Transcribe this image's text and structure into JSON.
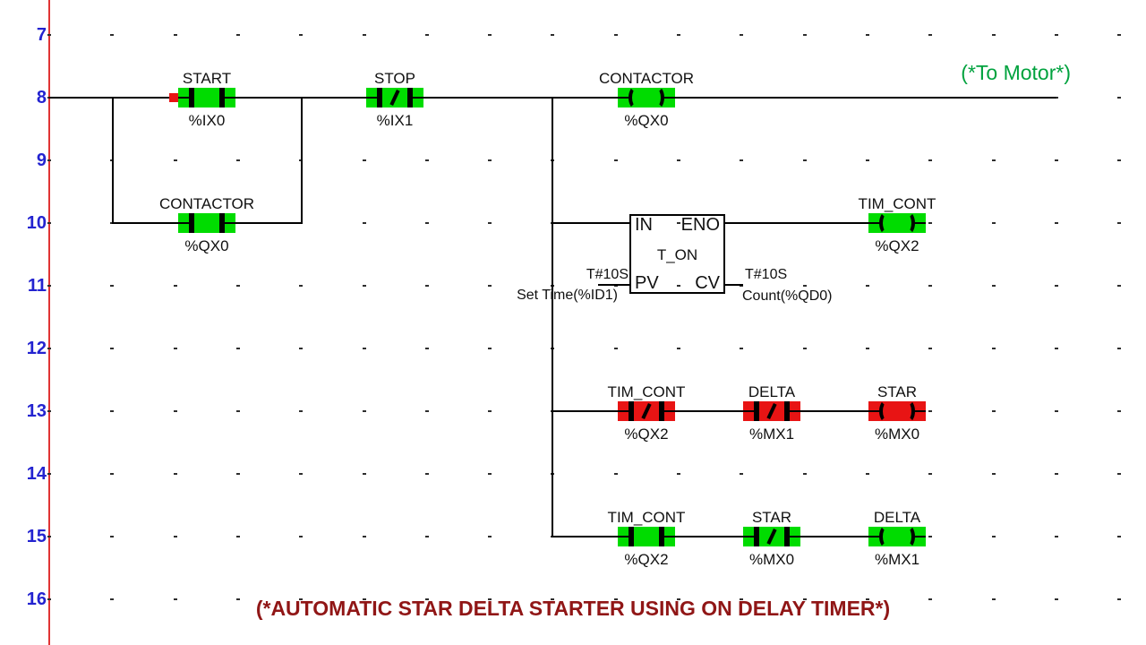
{
  "diagram": {
    "comment_top": "(*To Motor*)",
    "comment_bottom": "(*AUTOMATIC STAR DELTA STARTER USING ON DELAY TIMER*)",
    "rung_numbers": [
      "7",
      "8",
      "9",
      "10",
      "11",
      "12",
      "13",
      "14",
      "15",
      "16"
    ],
    "timer": {
      "type": "T_ON",
      "in": "IN",
      "eno": "ENO",
      "pv": "PV",
      "cv": "CV",
      "pv_value": "T#10S",
      "pv_desc": "Set Time(%ID1)",
      "cv_value": "T#10S",
      "cv_desc": "Count(%QD0)"
    },
    "elements": [
      {
        "kind": "no-contact",
        "label": "START",
        "address": "%IX0",
        "state": "on"
      },
      {
        "kind": "nc-contact",
        "label": "STOP",
        "address": "%IX1",
        "state": "on"
      },
      {
        "kind": "coil",
        "label": "CONTACTOR",
        "address": "%QX0",
        "state": "on"
      },
      {
        "kind": "no-contact",
        "label": "CONTACTOR",
        "address": "%QX0",
        "state": "on"
      },
      {
        "kind": "coil",
        "label": "TIM_CONT",
        "address": "%QX2",
        "state": "on"
      },
      {
        "kind": "nc-contact",
        "label": "TIM_CONT",
        "address": "%QX2",
        "state": "off"
      },
      {
        "kind": "nc-contact",
        "label": "DELTA",
        "address": "%MX1",
        "state": "off"
      },
      {
        "kind": "coil",
        "label": "STAR",
        "address": "%MX0",
        "state": "off"
      },
      {
        "kind": "no-contact",
        "label": "TIM_CONT",
        "address": "%QX2",
        "state": "on"
      },
      {
        "kind": "nc-contact",
        "label": "STAR",
        "address": "%MX0",
        "state": "on"
      },
      {
        "kind": "coil",
        "label": "DELTA",
        "address": "%MX1",
        "state": "on"
      }
    ],
    "colors": {
      "on": "#00dc00",
      "off": "#e81414",
      "rail": "#e03434",
      "rung_number": "#2323d0",
      "comment_top": "#00a23e",
      "comment_bottom": "#901616"
    }
  }
}
